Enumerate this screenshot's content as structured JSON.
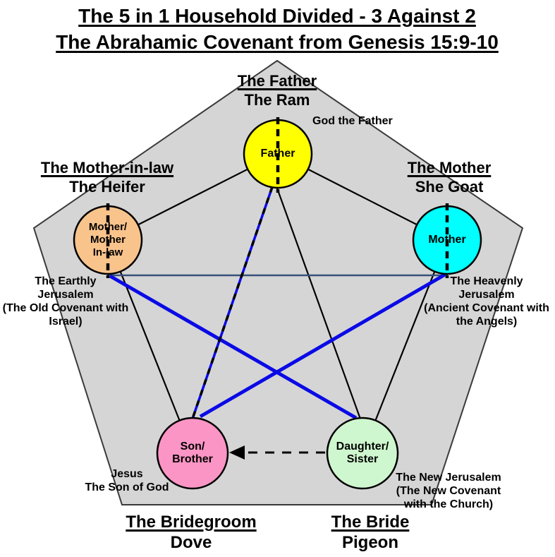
{
  "title": {
    "line1": "The 5 in 1 Household Divided - 3 Against 2",
    "line2": "The Abrahamic Covenant from Genesis 15:9-10"
  },
  "colors": {
    "pentagon_fill": "#D5D5D5",
    "pentagon_stroke": "#3A3A3A",
    "black_line": "#000000",
    "blue_line": "#0A0AE6",
    "navy_line": "#37517B"
  },
  "nodes": [
    {
      "id": "father",
      "heading": "The Father",
      "subheading": "The Ram",
      "circle_lines": [
        "Father"
      ],
      "color": "#FFFF00",
      "annotation": [
        "God the Father"
      ]
    },
    {
      "id": "mother-in-law",
      "heading": "The Mother-in-law",
      "subheading": "The Heifer",
      "circle_lines": [
        "Mother/",
        "Mother",
        "In-law"
      ],
      "color": "#F9C38C",
      "annotation": [
        "The Earthly",
        "Jerusalem",
        "(The Old Covenant with",
        "Israel)"
      ]
    },
    {
      "id": "mother",
      "heading": "The Mother",
      "subheading": "She Goat",
      "circle_lines": [
        "Mother"
      ],
      "color": "#00FFFF",
      "annotation": [
        "The Heavenly",
        "Jerusalem",
        "(Ancient Covenant with",
        "the Angels)"
      ]
    },
    {
      "id": "son",
      "heading": "The Bridegroom",
      "subheading": "Dove",
      "circle_lines": [
        "Son/",
        "Brother"
      ],
      "color": "#FB95C5",
      "annotation": [
        "Jesus",
        "The Son of God"
      ]
    },
    {
      "id": "daughter",
      "heading": "The Bride",
      "subheading": "Pigeon",
      "circle_lines": [
        "Daughter/",
        "Sister"
      ],
      "color": "#CFF7CF",
      "annotation": [
        "The New Jerusalem",
        "(The New Covenant",
        "with the Church)"
      ]
    }
  ]
}
